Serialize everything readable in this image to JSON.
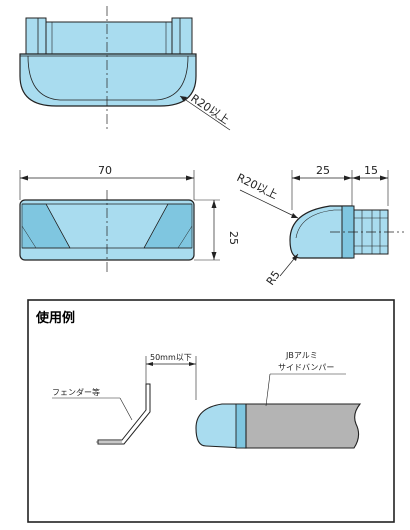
{
  "top_view": {
    "radius_label": "R20以上"
  },
  "front_view": {
    "width_label": "70",
    "height_label": "25"
  },
  "side_view": {
    "radius_label": "R20以上",
    "small_radius_label": "R5",
    "dim_a_label": "25",
    "dim_b_label": "15"
  },
  "usage": {
    "title": "使用例",
    "gap_label": "50mm以下",
    "fender_label": "フェンダー等",
    "bumper_label_line1": "JBアルミ",
    "bumper_label_line2": "サイドバンパー"
  },
  "colors": {
    "part_fill": "#a9dcef",
    "part_dark": "#7fc6e0",
    "bumper_gray": "#b4b4b4",
    "line": "#222222"
  }
}
